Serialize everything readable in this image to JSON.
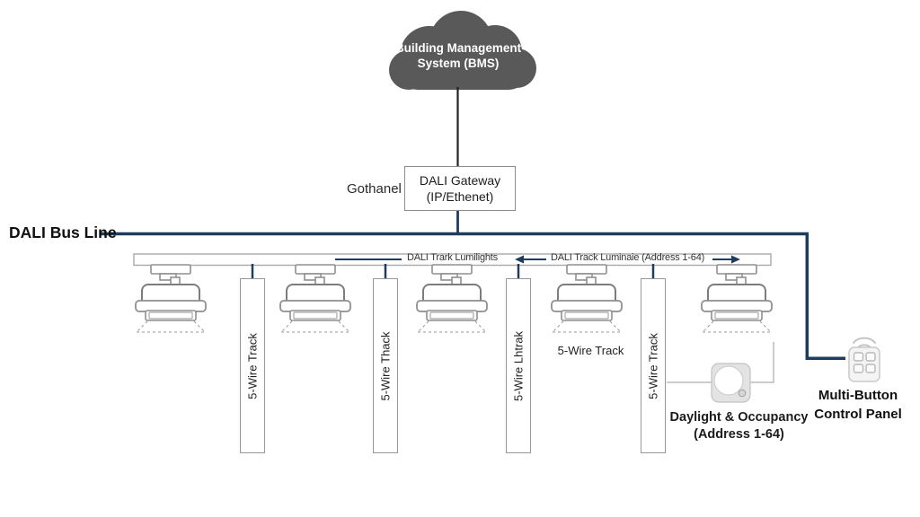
{
  "cloud": {
    "line1": "Building Management",
    "line2": "System (BMS)"
  },
  "gateway_side_label": "Gothanel",
  "gateway": {
    "line1": "DALI Gateway",
    "line2": "(IP/Ethenet)"
  },
  "bus_label": "DALI Bus Line",
  "track": {
    "left_text": "DALI Trark Lumilights",
    "right_text": "DALI Track Luminaie (Address 1-64)"
  },
  "wire_boxes": [
    {
      "label": "5-Wire Track"
    },
    {
      "label": "5-Wire Thack"
    },
    {
      "label": "5-Wire Lhtrak"
    },
    {
      "label": "5-Wire Track"
    }
  ],
  "track_side_label": "5-Wire Track",
  "sensor": {
    "line1": "Daylight & Occupancy",
    "line2": "(Address 1-64)"
  },
  "control_panel": {
    "line1": "Multi-Button",
    "line2": "Control Panel"
  },
  "colors": {
    "bus_line": "#1d3c5e",
    "cloud_fill": "#595959",
    "outline_gray": "#8f8f8f",
    "connector_gray": "#bcbcbc"
  }
}
